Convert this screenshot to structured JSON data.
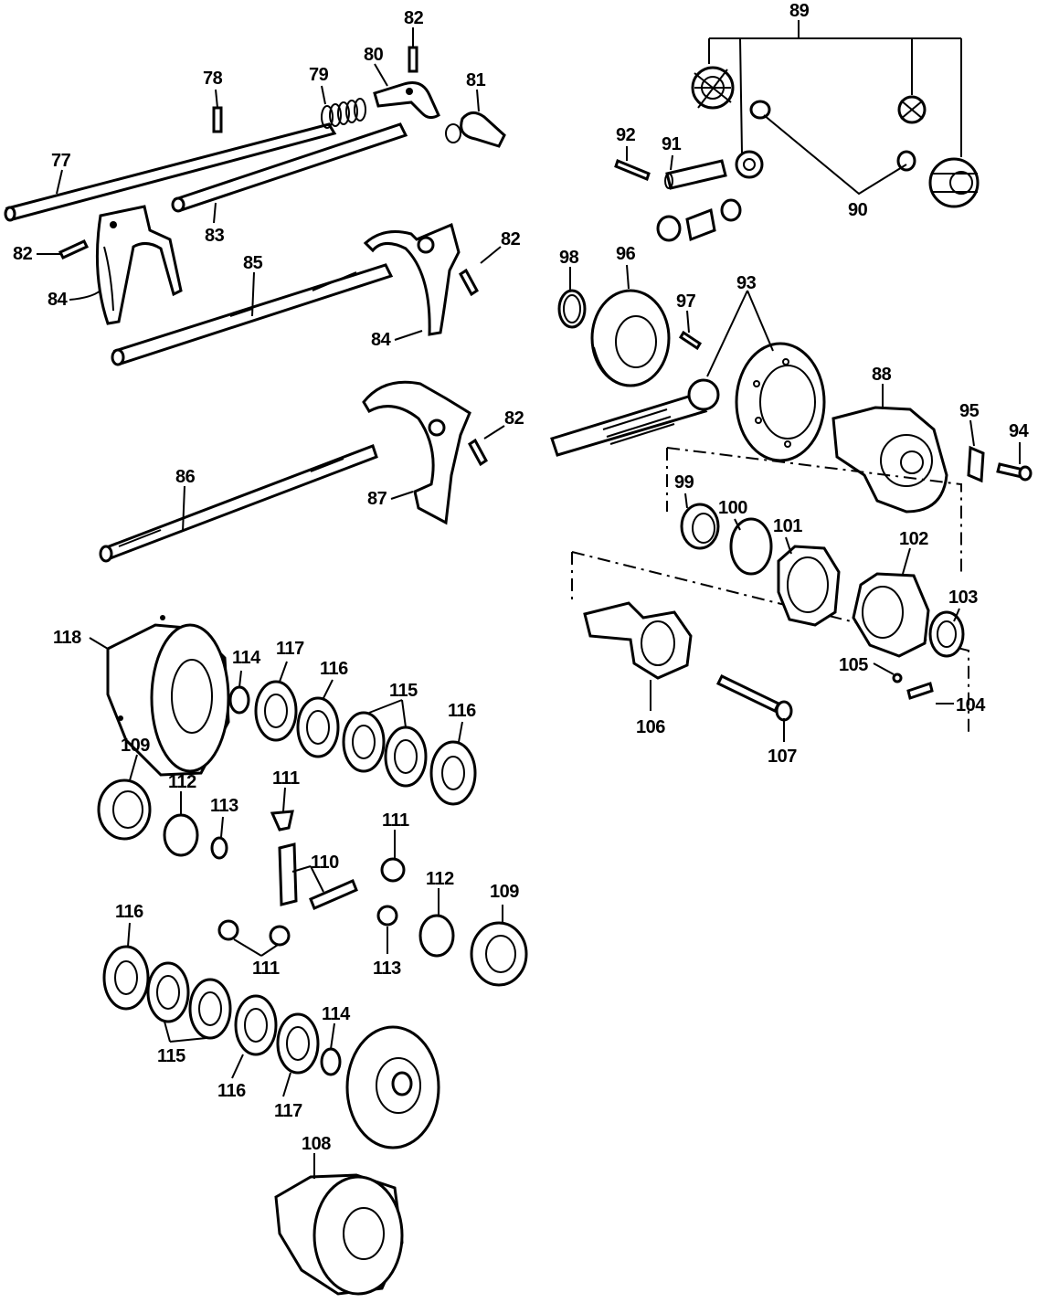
{
  "diagram": {
    "labels": {
      "l77": "77",
      "l78": "78",
      "l79": "79",
      "l80": "80",
      "l81": "81",
      "l82a": "82",
      "l82b": "82",
      "l82c": "82",
      "l82d": "82",
      "l83": "83",
      "l84a": "84",
      "l84b": "84",
      "l85": "85",
      "l86": "86",
      "l87": "87",
      "l88": "88",
      "l89": "89",
      "l90": "90",
      "l91": "91",
      "l92": "92",
      "l93": "93",
      "l94": "94",
      "l95": "95",
      "l96": "96",
      "l97": "97",
      "l98": "98",
      "l99": "99",
      "l100": "100",
      "l101": "101",
      "l102": "102",
      "l103": "103",
      "l104": "104",
      "l105": "105",
      "l106": "106",
      "l107": "107",
      "l108": "108",
      "l109a": "109",
      "l109b": "109",
      "l110": "110",
      "l111a": "111",
      "l111b": "111",
      "l111c": "111",
      "l112a": "112",
      "l112b": "112",
      "l113a": "113",
      "l113b": "113",
      "l114a": "114",
      "l114b": "114",
      "l115a": "115",
      "l115b": "115",
      "l116a": "116",
      "l116b": "116",
      "l116c": "116",
      "l116d": "116",
      "l117a": "117",
      "l117b": "117",
      "l118": "118"
    }
  }
}
